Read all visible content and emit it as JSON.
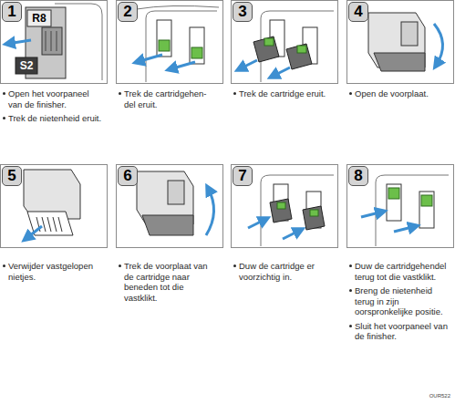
{
  "diagram": {
    "nodes": [
      {
        "text": [
          "1"
        ]
      },
      {
        "text": [
          "2"
        ]
      },
      {
        "text": [
          "3"
        ]
      },
      {
        "text": [
          "4"
        ]
      },
      {
        "text": [
          "5"
        ]
      },
      {
        "text": [
          "6"
        ]
      },
      {
        "text": [
          "7"
        ]
      },
      {
        "text": [
          "8"
        ]
      }
    ],
    "labels": [
      "R8",
      "S2",
      "Open het voorpaneel van de finisher.",
      "Trek de nietenheid eruit.",
      "Trek de cartridgehen- del eruit.",
      "Trek de cartridge eruit.",
      "Open de voorplaat.",
      "Verwijder vastgelopen nietjes.",
      "Trek de voorplaat van de cartridge naar beneden tot die vastklikt.",
      "Duw de cartridge er voorzichtig in.",
      "Duw de cartridgehendel terug tot die vastklikt.",
      "Breng de nietenheid terug in zijn oorspronkelijke positie.",
      "Sluit het voorpaneel van de finisher.",
      "OUR522"
    ]
  }
}
